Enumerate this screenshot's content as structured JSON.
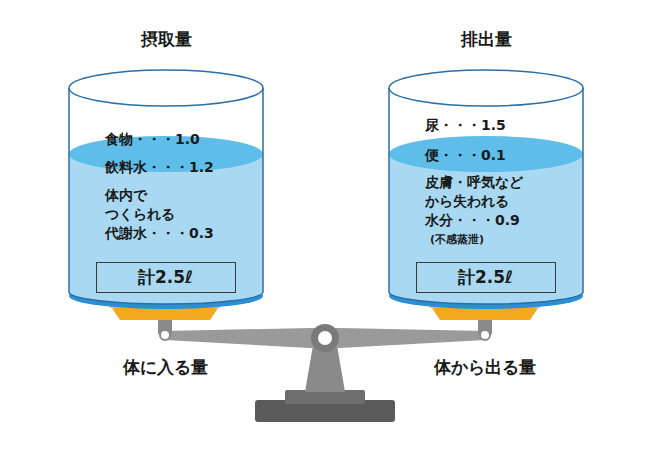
{
  "diagram": {
    "nodes": [
      {
        "text": [
          "摂取量",
          "食物・・・1.0",
          "飲料水・・・1.2",
          "体内で つくられる 代謝水・・・0.3"
        ]
      },
      {
        "text": [
          "計2.5ℓ"
        ],
        "in": 0
      },
      {
        "text": [
          "排出量",
          "尿・・・1.5",
          "便・・・0.1",
          "皮膚・呼気など から失われる 水分・・・0.9",
          "(不感蒸泄)"
        ]
      },
      {
        "text": [
          "計2.5ℓ"
        ],
        "in": 2
      }
    ],
    "labels": [
      "体に入る量",
      "体から出る量"
    ]
  }
}
